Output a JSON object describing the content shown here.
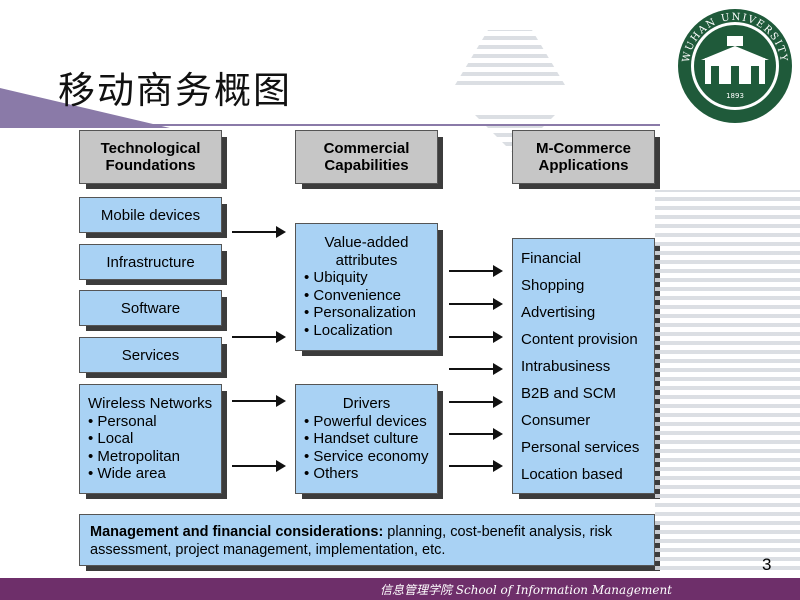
{
  "title": "移动商务概图",
  "headers": {
    "tech": "Technological Foundations",
    "commercial": "Commercial Capabilities",
    "apps": "M-Commerce Applications"
  },
  "tech_boxes": [
    "Mobile devices",
    "Infrastructure",
    "Software",
    "Services"
  ],
  "wireless": {
    "heading": "Wireless Networks",
    "items": [
      "• Personal",
      "• Local",
      "• Metropolitan",
      "• Wide area"
    ]
  },
  "value_added": {
    "heading_1": "Value-added",
    "heading_2": "attributes",
    "items": [
      "• Ubiquity",
      "• Convenience",
      "• Personalization",
      "• Localization"
    ]
  },
  "drivers": {
    "heading": "Drivers",
    "items": [
      "• Powerful devices",
      "• Handset culture",
      "• Service economy",
      "• Others"
    ]
  },
  "applications": [
    "Financial",
    "Shopping",
    "Advertising",
    "Content provision",
    "Intrabusiness",
    "B2B and SCM",
    "Consumer",
    "Personal services",
    "Location based"
  ],
  "management": {
    "bold": "Management and financial considerations:",
    "rest": " planning, cost-benefit analysis, risk assessment, project management, implementation, etc."
  },
  "page_number": "3",
  "footer": "信息管理学院 School of Information Management",
  "logo": {
    "text": "WUHAN UNIVERSITY",
    "year": "1893"
  },
  "colors": {
    "header_fill": "#c6c6c6",
    "box_fill": "#a9d2f4",
    "footer_bar": "#6e2f6a",
    "logo_green": "#1f5a3a"
  }
}
